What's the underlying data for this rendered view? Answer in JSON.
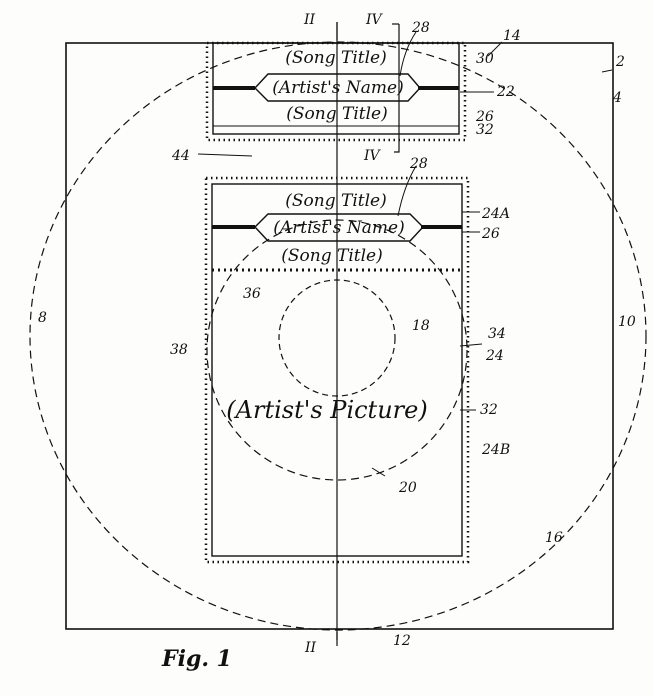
{
  "figure": {
    "caption": "Fig. 1",
    "background": "#fdfdfb",
    "ink": "#111111"
  },
  "upper_label": {
    "song_title_top": "(Song Title)",
    "artist_name": "(Artist's Name)",
    "song_title_bottom": "(Song Title)"
  },
  "lower_label": {
    "song_title_top": "(Song Title)",
    "artist_name": "(Artist's Name)",
    "song_title_bottom": "(Song Title)",
    "artist_picture": "(Artist's Picture)"
  },
  "section_marks": {
    "ii_top": "II",
    "iv_top": "IV",
    "iv_bottom": "IV",
    "ii_bottom": "II"
  },
  "reference_numerals": {
    "n2": "2",
    "n4": "4",
    "n8": "8",
    "n10": "10",
    "n12": "12",
    "n14": "14",
    "n16": "16",
    "n18": "18",
    "n20": "20",
    "n22": "22",
    "n24": "24",
    "n24a": "24A",
    "n24b": "24B",
    "n26a": "26",
    "n26b": "26",
    "n28a": "28",
    "n28b": "28",
    "n30": "30",
    "n32a": "32",
    "n32b": "32",
    "n34": "34",
    "n36": "36",
    "n38": "38",
    "n44": "44"
  }
}
